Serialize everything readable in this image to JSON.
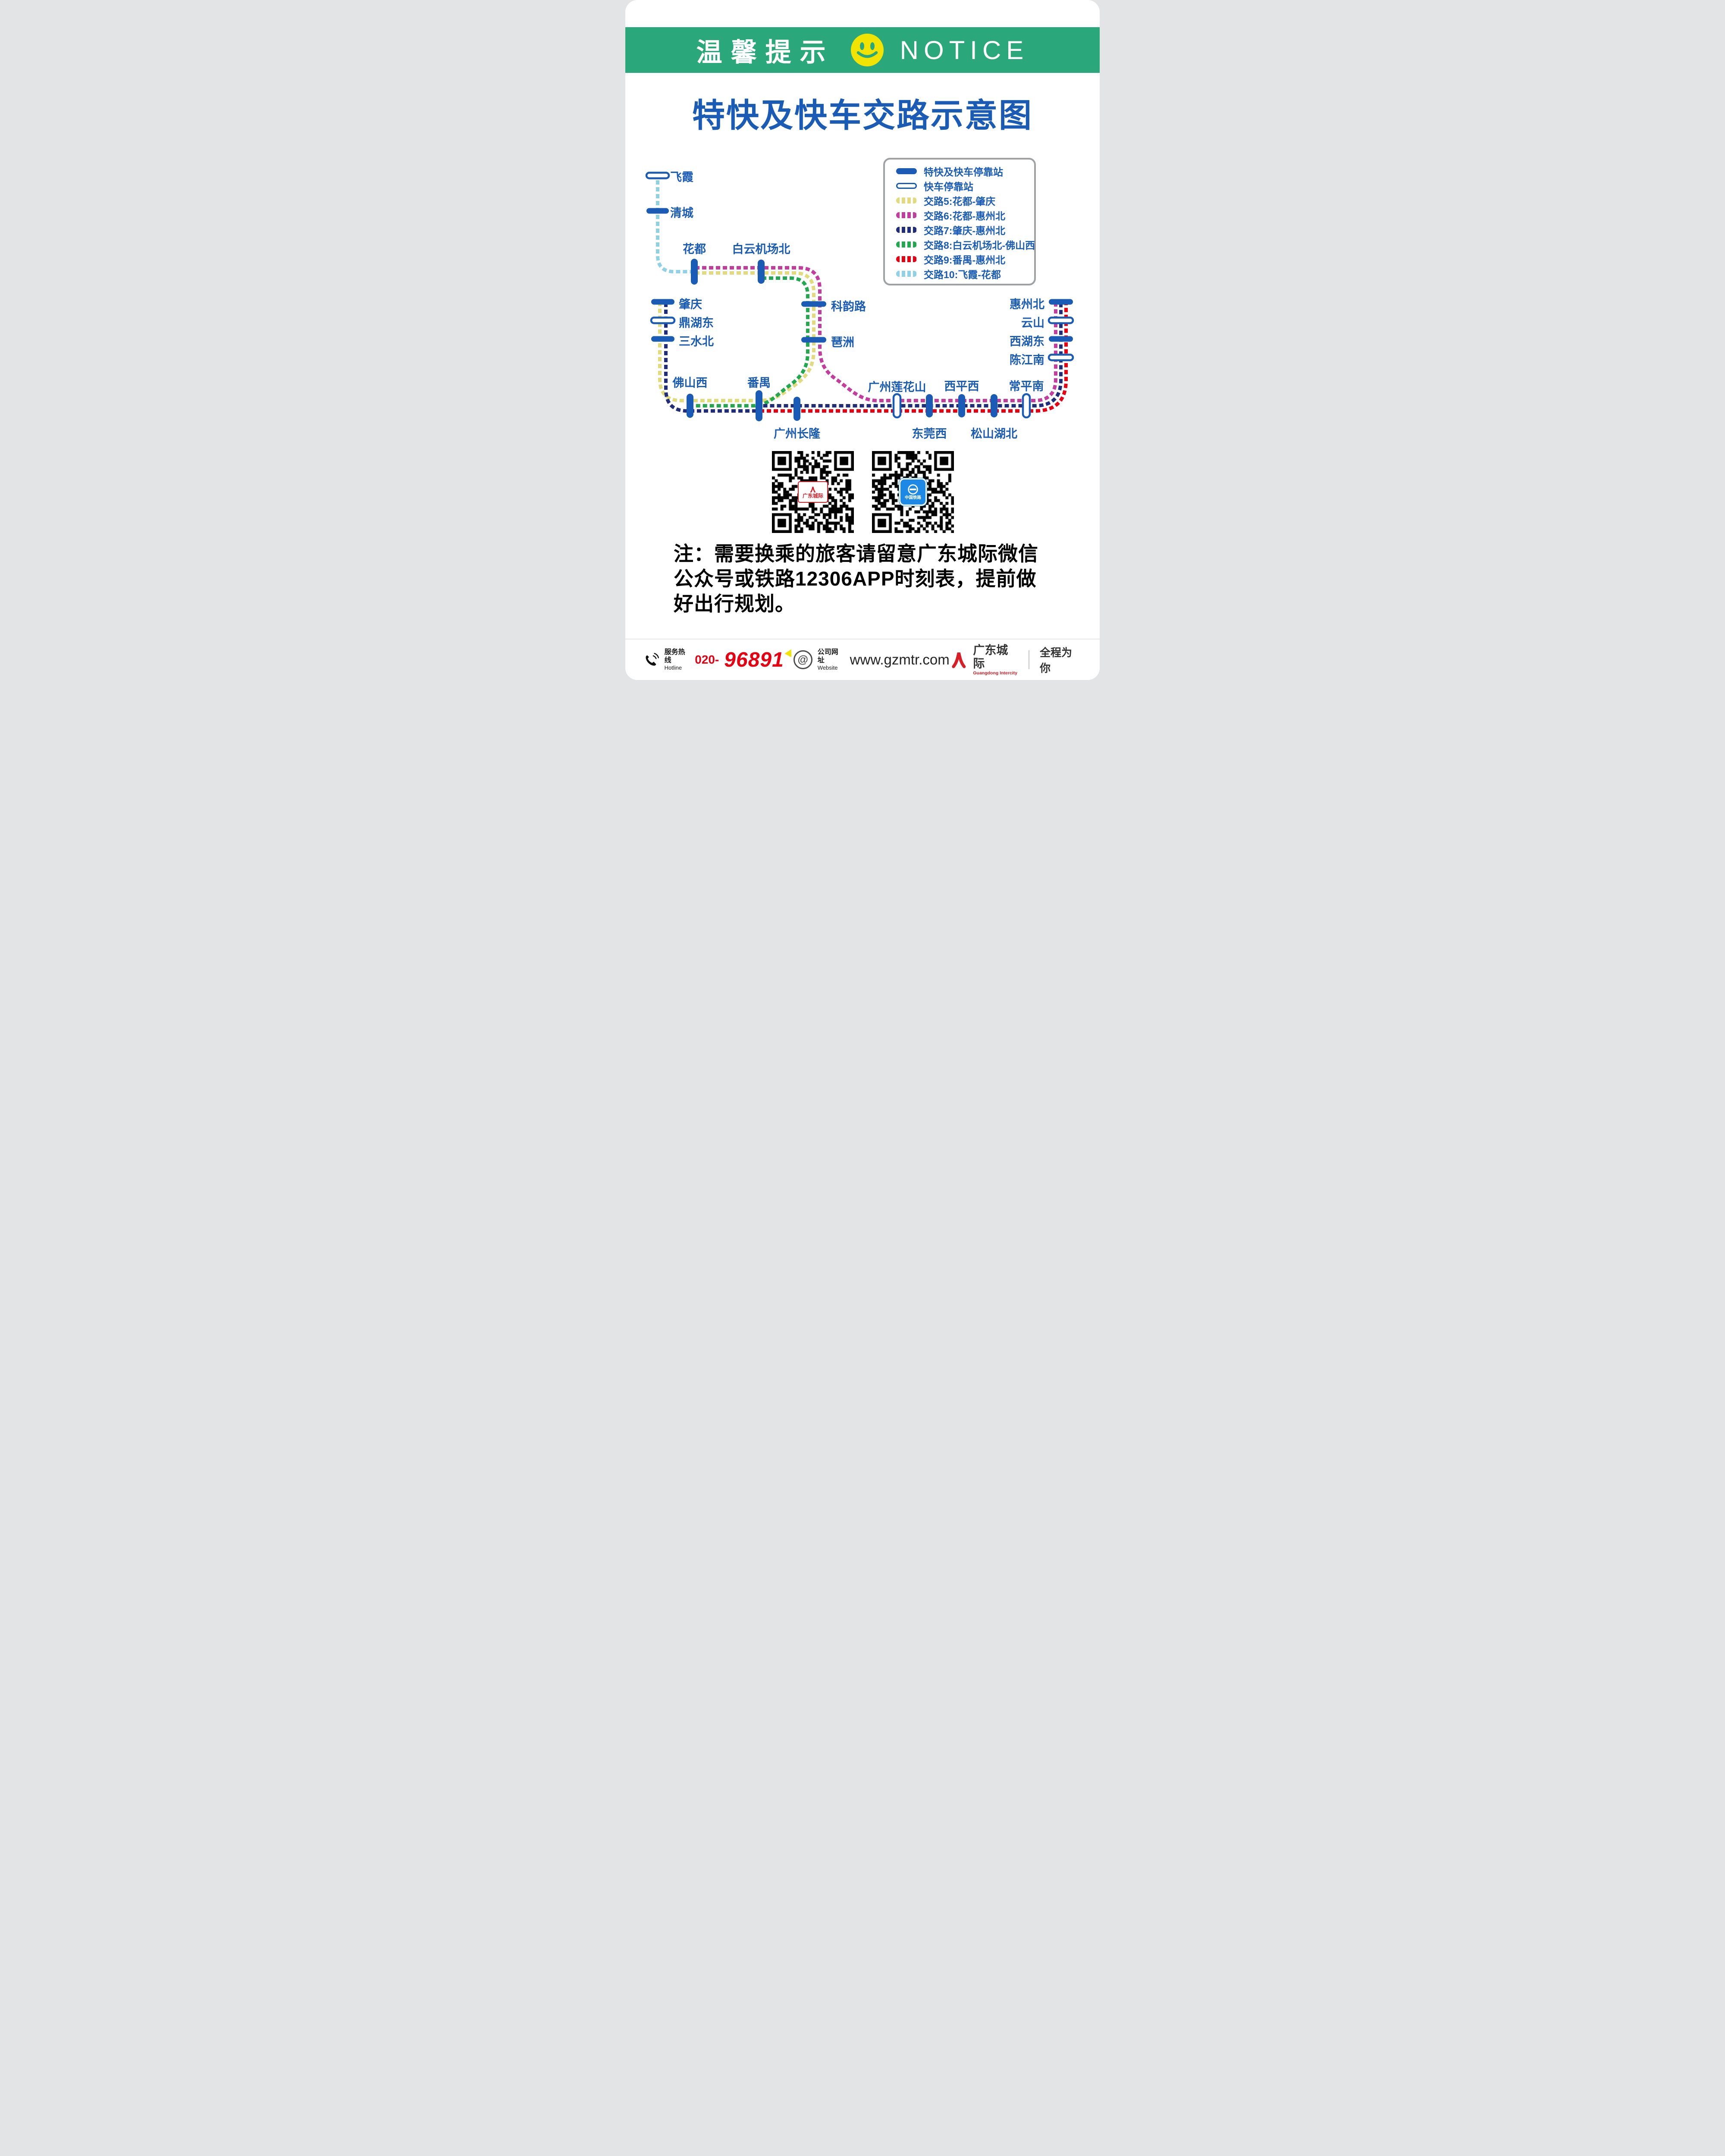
{
  "colors": {
    "brand-green": "#2AA87C",
    "station-blue": "#1A5CB5",
    "route5": "#E2DB7E",
    "route6": "#C23D9E",
    "route7": "#202C7C",
    "route8": "#22A84F",
    "route9": "#E60012",
    "route10": "#8FD2E8",
    "smiley-yellow": "#F0E400",
    "accent-red": "#E60012",
    "logo-red": "#D81E26",
    "legend-border": "#9EA2A5"
  },
  "header": {
    "title_cn": "温馨提示",
    "title_en": "NOTICE"
  },
  "title": "特快及快车交路示意图",
  "legend": {
    "items": [
      {
        "label": "特快及快车停靠站"
      },
      {
        "label": "快车停靠站"
      },
      {
        "label": "交路5:花都-肇庆"
      },
      {
        "label": "交路6:花都-惠州北"
      },
      {
        "label": "交路7:肇庆-惠州北"
      },
      {
        "label": "交路8:白云机场北-佛山西"
      },
      {
        "label": "交路9:番禺-惠州北"
      },
      {
        "label": "交路10:飞霞-花都"
      }
    ]
  },
  "stations": {
    "feixia": "飞霞",
    "qingcheng": "清城",
    "huadu": "花都",
    "baiyunjichangbei": "白云机场北",
    "zhaoqing": "肇庆",
    "dinghudong": "鼎湖东",
    "sanshuibei": "三水北",
    "keyunlu": "科韵路",
    "pazhou": "琶洲",
    "huizhoubei": "惠州北",
    "yunshan": "云山",
    "xihudong": "西湖东",
    "chenjiangnan": "陈江南",
    "foshanxi": "佛山西",
    "panyu": "番禺",
    "guangzhouchanglong": "广州长隆",
    "guangzhoulianhuashan": "广州莲花山",
    "dongguanxi": "东莞西",
    "xipingxi": "西平西",
    "songshanhubei": "松山湖北",
    "changpingnan": "常平南"
  },
  "qr": {
    "left_label": "广东城际",
    "right_label": "中国铁路"
  },
  "note": "注：需要换乘的旅客请留意广东城际微信公众号或铁路12306APP时刻表，提前做好出行规划。",
  "footer": {
    "hotline_label_cn": "服务热线",
    "hotline_label_en": "Hotline",
    "hotline_prefix": "020-",
    "hotline_number": "96891",
    "website_label_cn": "公司网址",
    "website_label_en": "Website",
    "website_url": "www.gzmtr.com",
    "brand_cn": "广东城际",
    "brand_en": "Guangdong Intercity",
    "slogan": "全程为你"
  }
}
